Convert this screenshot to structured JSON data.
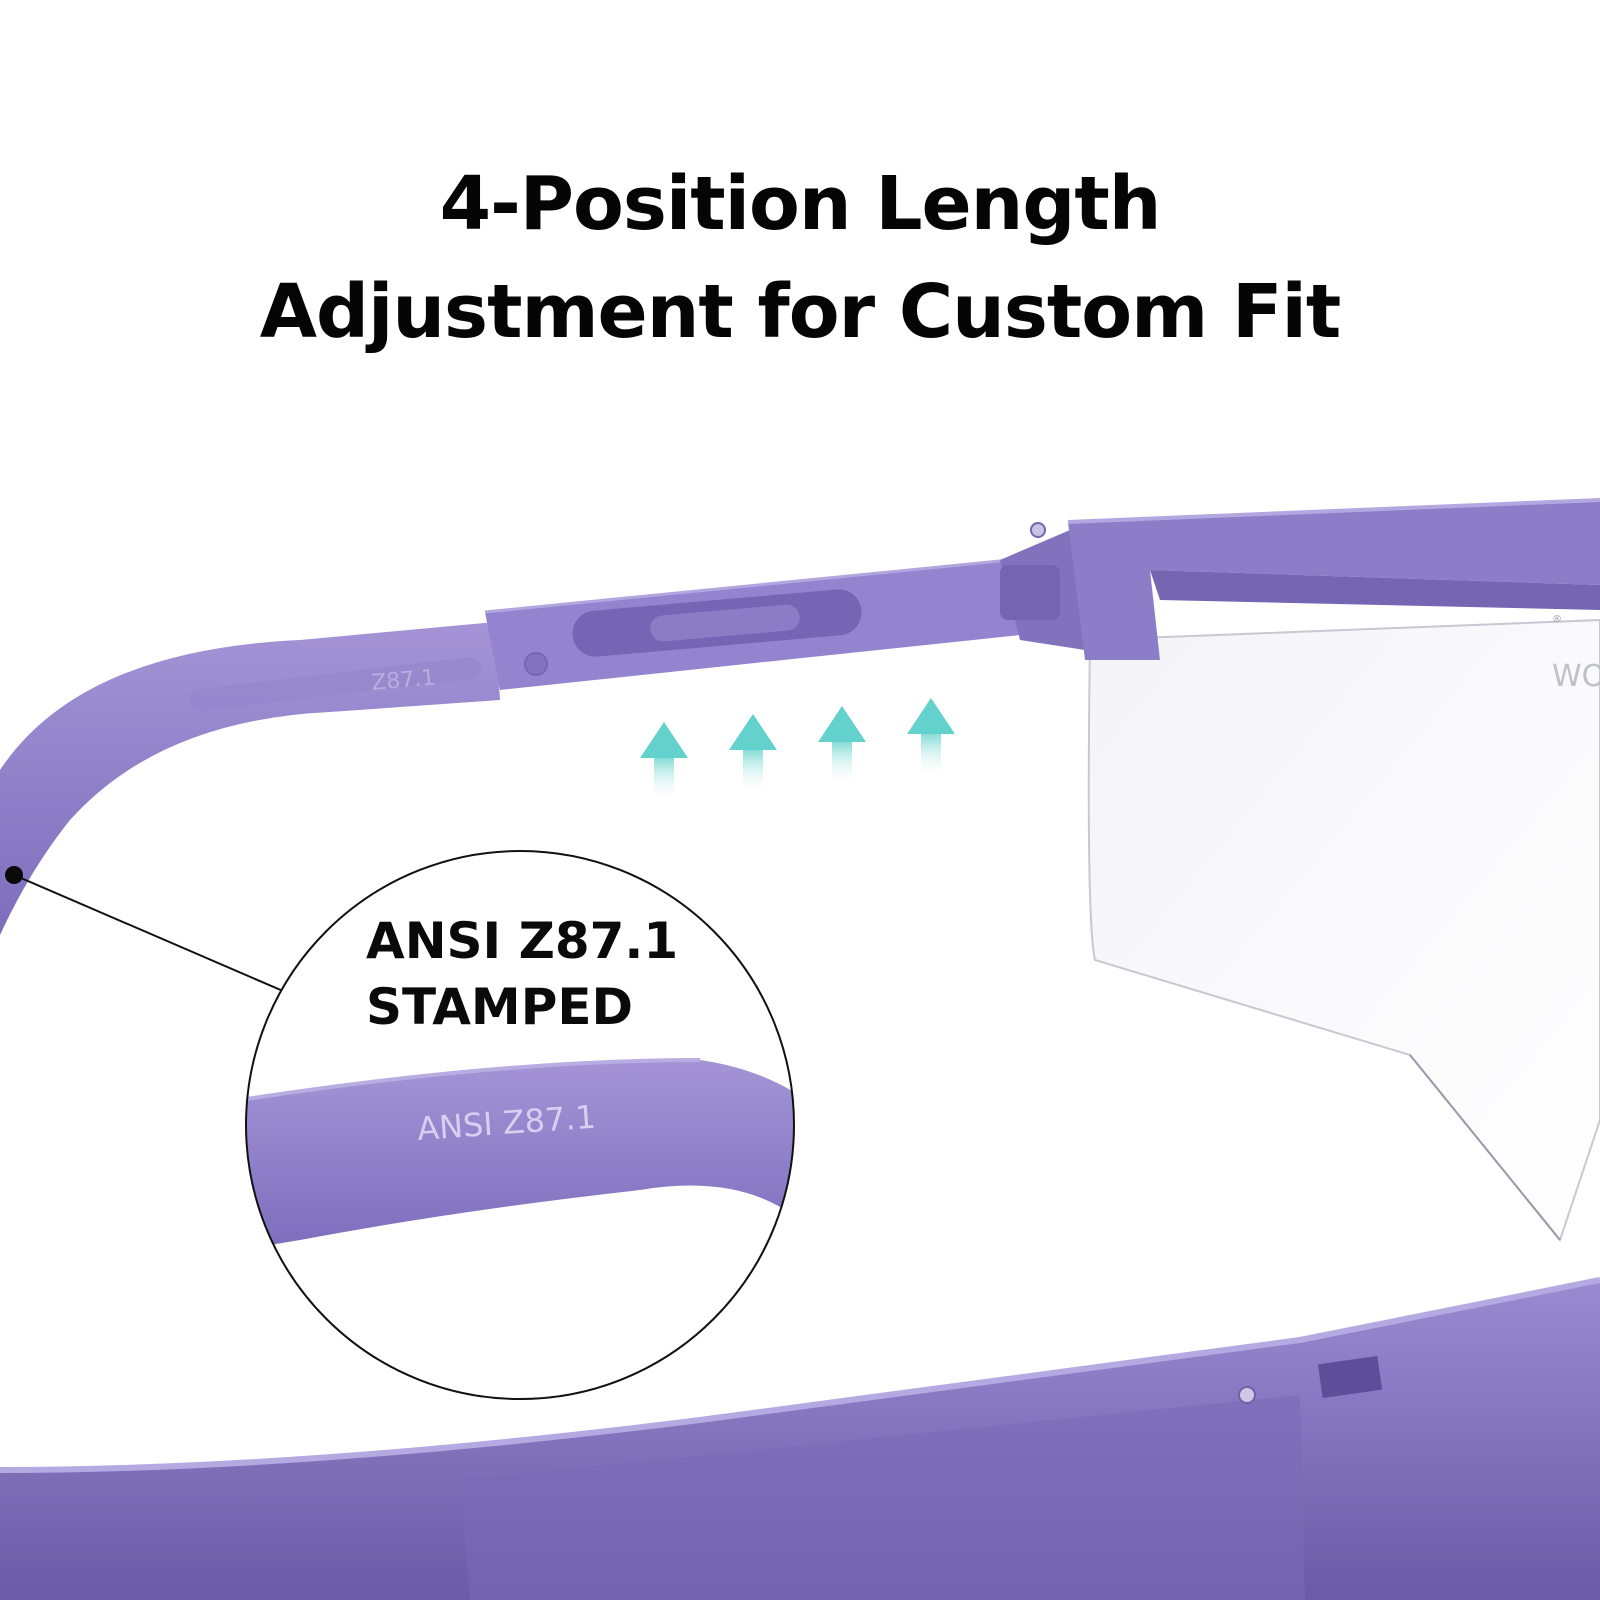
{
  "headline": {
    "line1": "4-Position Length",
    "line2": "Adjustment for Custom Fit"
  },
  "callout": {
    "line1": "ANSI Z87.1",
    "line2": "STAMPED"
  },
  "frame": {
    "temple_stamp": "Z87.1",
    "zoom_stamp": "ANSI Z87.1",
    "brand_fragment": "WO",
    "registered_mark": "®"
  },
  "colors": {
    "frame": "#8e7dc8",
    "frame_dark": "#6f60ab",
    "frame_light": "#a596d8",
    "arrow": "#6fd6d0",
    "text": "#050505"
  },
  "adjustment": {
    "positions": 4,
    "arrow_icon": "up-arrow-icon"
  }
}
